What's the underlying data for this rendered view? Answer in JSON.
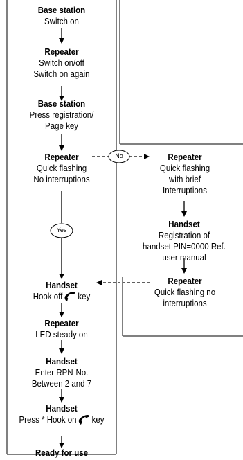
{
  "steps": [
    {
      "title": "Base station",
      "lines": [
        "Switch on"
      ]
    },
    {
      "title": "Repeater",
      "lines": [
        "Switch on/off",
        "Switch on again"
      ]
    },
    {
      "title": "Base station",
      "lines": [
        "Press registration/",
        "Page key"
      ]
    },
    {
      "title": "Repeater",
      "lines": [
        "Quick flashing",
        "No interruptions"
      ]
    },
    {
      "title": "Handset",
      "lines": [
        "Hook off",
        "key"
      ]
    },
    {
      "title": "Repeater",
      "lines": [
        "LED steady on"
      ]
    },
    {
      "title": "Handset",
      "lines": [
        "Enter RPN-No.",
        "Between 2 and 7"
      ]
    },
    {
      "title": "Handset",
      "lines": [
        "Press * Hook on",
        "key"
      ]
    },
    {
      "title": "Ready for use"
    }
  ],
  "branch": [
    {
      "title": "Repeater",
      "lines": [
        "Quick flashing",
        "with brief",
        "Interruptions"
      ]
    },
    {
      "title": "Handset",
      "lines": [
        "Registration of",
        "handset PIN=0000 Ref.",
        "user manual"
      ]
    },
    {
      "title": "Repeater",
      "lines": [
        "Quick flashing no",
        "interruptions"
      ]
    }
  ],
  "labels": {
    "no": "No",
    "yes": "Yes"
  },
  "icons": {
    "handset_key": "telephone-handset-icon"
  }
}
